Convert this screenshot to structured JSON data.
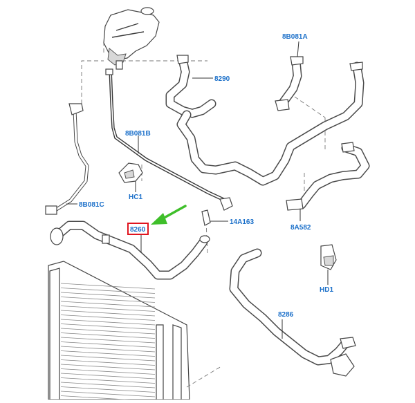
{
  "labels": {
    "p_8B081A": "8B081A",
    "p_8290": "8290",
    "p_8B081B": "8B081B",
    "p_HC1": "HC1",
    "p_8B081C": "8B081C",
    "p_14A163": "14A163",
    "p_8260": "8260",
    "p_8A582": "8A582",
    "p_HD1": "HD1",
    "p_8286": "8286"
  },
  "colors": {
    "label": "#1a6fc9",
    "highlight_box": "#e0141e",
    "arrow": "#3fbf2a",
    "line": "#4a4a4a"
  },
  "highlighted_part": "8260"
}
